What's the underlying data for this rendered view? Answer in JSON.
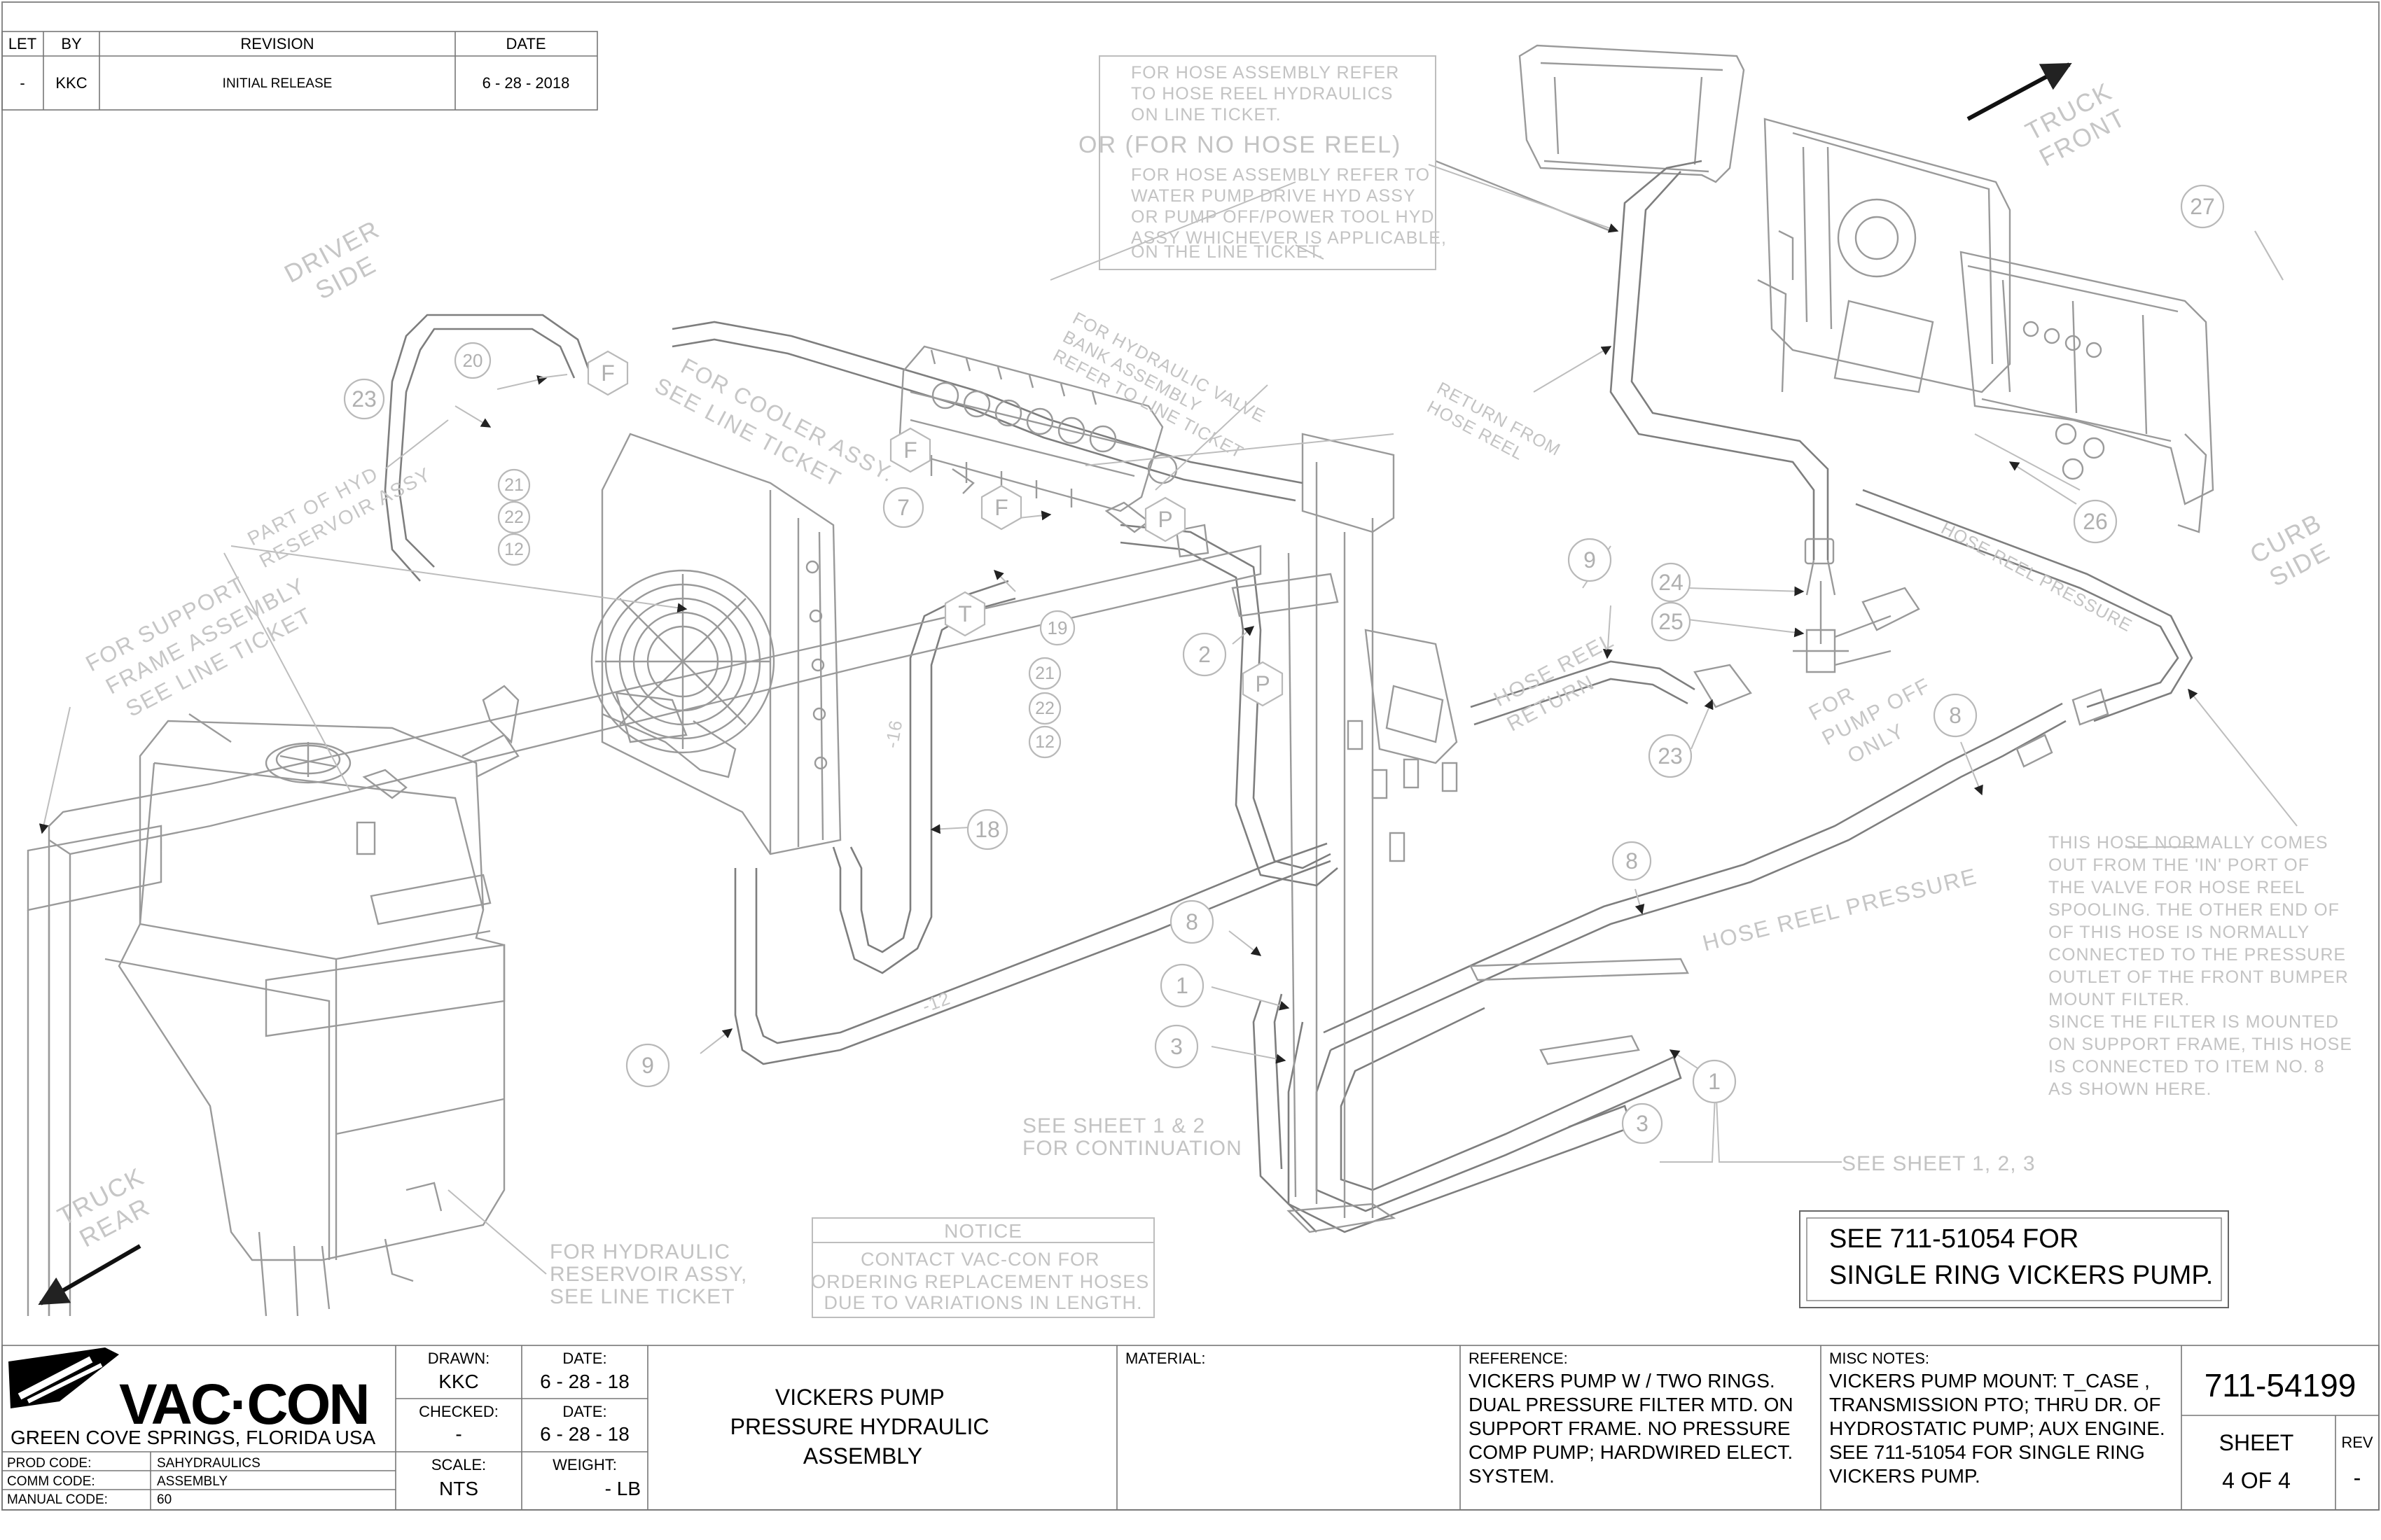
{
  "revision_block": {
    "headers": [
      "LET",
      "BY",
      "REVISION",
      "DATE"
    ],
    "row": [
      "-",
      "KKC",
      "INITIAL  RELEASE",
      "6 - 28 - 2018"
    ]
  },
  "notes": {
    "hose_ref": [
      "FOR HOSE ASSEMBLY REFER",
      "TO HOSE REEL HYDRAULICS",
      "ON LINE TICKET."
    ],
    "or_line": "OR (FOR NO HOSE REEL)",
    "hose_ref2": [
      "FOR HOSE ASSEMBLY REFER TO",
      "WATER PUMP DRIVE HYD ASSY",
      "OR PUMP OFF/POWER TOOL HYD",
      "ASSY WHICHEVER IS APPLICABLE,",
      "ON THE LINE TICKET."
    ],
    "valve_bank": [
      "FOR HYDRAULIC VALVE",
      "BANK ASSEMBLY",
      "REFER TO LINE TICKET"
    ],
    "cooler": [
      "FOR COOLER ASSY.",
      "SEE LINE TICKET"
    ],
    "reservoir_part": [
      "PART OF HYD",
      "RESERVOIR ASSY"
    ],
    "support_frame": [
      "FOR SUPPORT",
      "FRAME ASSEMBLY",
      "SEE LINE TICKET"
    ],
    "return_from": [
      "RETURN FROM",
      "HOSE REEL"
    ],
    "hose_reel_return": [
      "HOSE REEL",
      "RETURN"
    ],
    "for_pump_off": [
      "FOR",
      "PUMP OFF",
      "ONLY"
    ],
    "hose_reel_pressure_small": "HOSE REEL PRESSURE",
    "hose_reel_pressure": "HOSE REEL PRESSURE",
    "this_hose": [
      "THIS HOSE NORMALLY COMES",
      "OUT FROM THE 'IN' PORT OF",
      "THE VALVE FOR HOSE REEL",
      "SPOOLING. THE OTHER END OF",
      "OF THIS HOSE IS NORMALLY",
      "CONNECTED TO THE PRESSURE",
      "OUTLET OF THE FRONT BUMPER",
      "MOUNT FILTER.",
      "SINCE THE FILTER IS MOUNTED",
      "ON SUPPORT FRAME, THIS HOSE",
      "IS CONNECTED TO ITEM NO. 8",
      "AS SHOWN HERE."
    ],
    "see_sheet_12": [
      "SEE SHEET 1 & 2",
      "FOR CONTINUATION"
    ],
    "see_sheet_123": "SEE SHEET 1, 2, 3",
    "reservoir_assy": [
      "FOR HYDRAULIC",
      "RESERVOIR ASSY,",
      "SEE LINE TICKET"
    ],
    "notice_title": "NOTICE",
    "notice_body": [
      "CONTACT VAC-CON FOR",
      "ORDERING REPLACEMENT HOSES",
      "DUE TO VARIATIONS IN LENGTH."
    ],
    "see_711": [
      "SEE 711-51054 FOR",
      "SINGLE RING VICKERS PUMP."
    ],
    "hose_size_16": "-16",
    "hose_size_12": "-12"
  },
  "orientation": {
    "driver_side": [
      "DRIVER",
      "SIDE"
    ],
    "curb_side": [
      "CURB",
      "SIDE"
    ],
    "truck_front": [
      "TRUCK",
      "FRONT"
    ],
    "truck_rear": [
      "TRUCK",
      "REAR"
    ]
  },
  "balloons": {
    "b27": "27",
    "b20": "20",
    "b23a": "23",
    "b21a": "21",
    "b22a": "22",
    "b12a": "12",
    "b7": "7",
    "b2": "2",
    "b19": "19",
    "b21b": "21",
    "b22b": "22",
    "b12b": "12",
    "b18": "18",
    "b9a": "9",
    "b9b": "9",
    "b24": "24",
    "b25": "25",
    "b23b": "23",
    "b26": "26",
    "b8a": "8",
    "b8b": "8",
    "b8c": "8",
    "b1a": "1",
    "b3a": "3",
    "b1b": "1",
    "b3b": "3"
  },
  "fitting_letters": {
    "F1": "F",
    "F2": "F",
    "F3": "F",
    "T": "T",
    "P1": "P",
    "P2": "P"
  },
  "title_block": {
    "company_logo": "VAC·CON",
    "company_location": "GREEN COVE SPRINGS, FLORIDA USA",
    "prod_code_label": "PROD CODE:",
    "prod_code": "SAHYDRAULICS",
    "comm_code_label": "COMM CODE:",
    "comm_code": "ASSEMBLY",
    "manual_code_label": "MANUAL CODE:",
    "manual_code": "60",
    "drawn_label": "DRAWN:",
    "drawn_by": "KKC",
    "date_label": "DATE:",
    "drawn_date": "6 - 28 - 18",
    "checked_label": "CHECKED:",
    "checked_by": "-",
    "checked_date_label": "DATE:",
    "checked_date": "6 - 28 - 18",
    "scale_label": "SCALE:",
    "scale": "NTS",
    "weight_label": "WEIGHT:",
    "weight": "- LB",
    "title_lines": [
      "VICKERS  PUMP",
      "PRESSURE  HYDRAULIC",
      "ASSEMBLY"
    ],
    "material_label": "MATERIAL:",
    "reference_label": "REFERENCE:",
    "reference_lines": [
      "VICKERS  PUMP  W / TWO RINGS.",
      "DUAL  PRESSURE  FILTER  MTD.  ON",
      "SUPPORT  FRAME.  NO  PRESSURE",
      "COMP  PUMP;  HARDWIRED  ELECT.",
      "SYSTEM."
    ],
    "misc_label": "MISC NOTES:",
    "misc_lines": [
      "VICKERS  PUMP  MOUNT:  T_CASE ,",
      "TRANSMISSION  PTO;  THRU DR.  OF",
      "HYDROSTATIC  PUMP;   AUX  ENGINE.",
      "SEE  711-51054  FOR  SINGLE  RING",
      "VICKERS  PUMP."
    ],
    "drawing_number": "711-54199",
    "sheet_label": "SHEET",
    "sheet": "4 OF 4",
    "rev_label": "REV",
    "rev": "-"
  }
}
